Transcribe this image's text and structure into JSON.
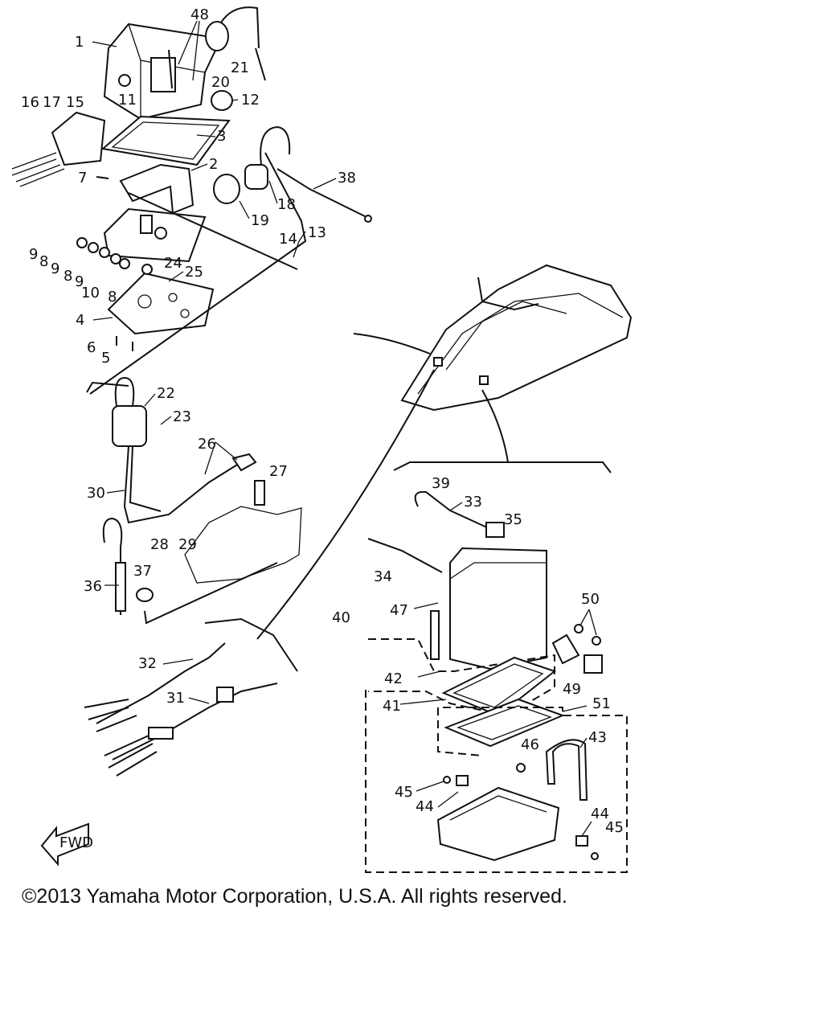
{
  "diagram": {
    "labels": [
      "1",
      "48",
      "20",
      "21",
      "12",
      "11",
      "16",
      "17",
      "15",
      "3",
      "2",
      "7",
      "38",
      "18",
      "19",
      "13",
      "14",
      "9",
      "8",
      "9",
      "8",
      "9",
      "10",
      "8",
      "24",
      "25",
      "4",
      "6",
      "5",
      "22",
      "23",
      "26",
      "27",
      "30",
      "28",
      "29",
      "36",
      "37",
      "32",
      "31",
      "39",
      "33",
      "35",
      "34",
      "47",
      "50",
      "40",
      "42",
      "49",
      "41",
      "51",
      "43",
      "46",
      "45",
      "44",
      "44",
      "45"
    ],
    "fwd_badge": "FWD"
  },
  "footer": {
    "copyright": "©2013 Yamaha Motor Corporation, U.S.A. All rights reserved."
  }
}
